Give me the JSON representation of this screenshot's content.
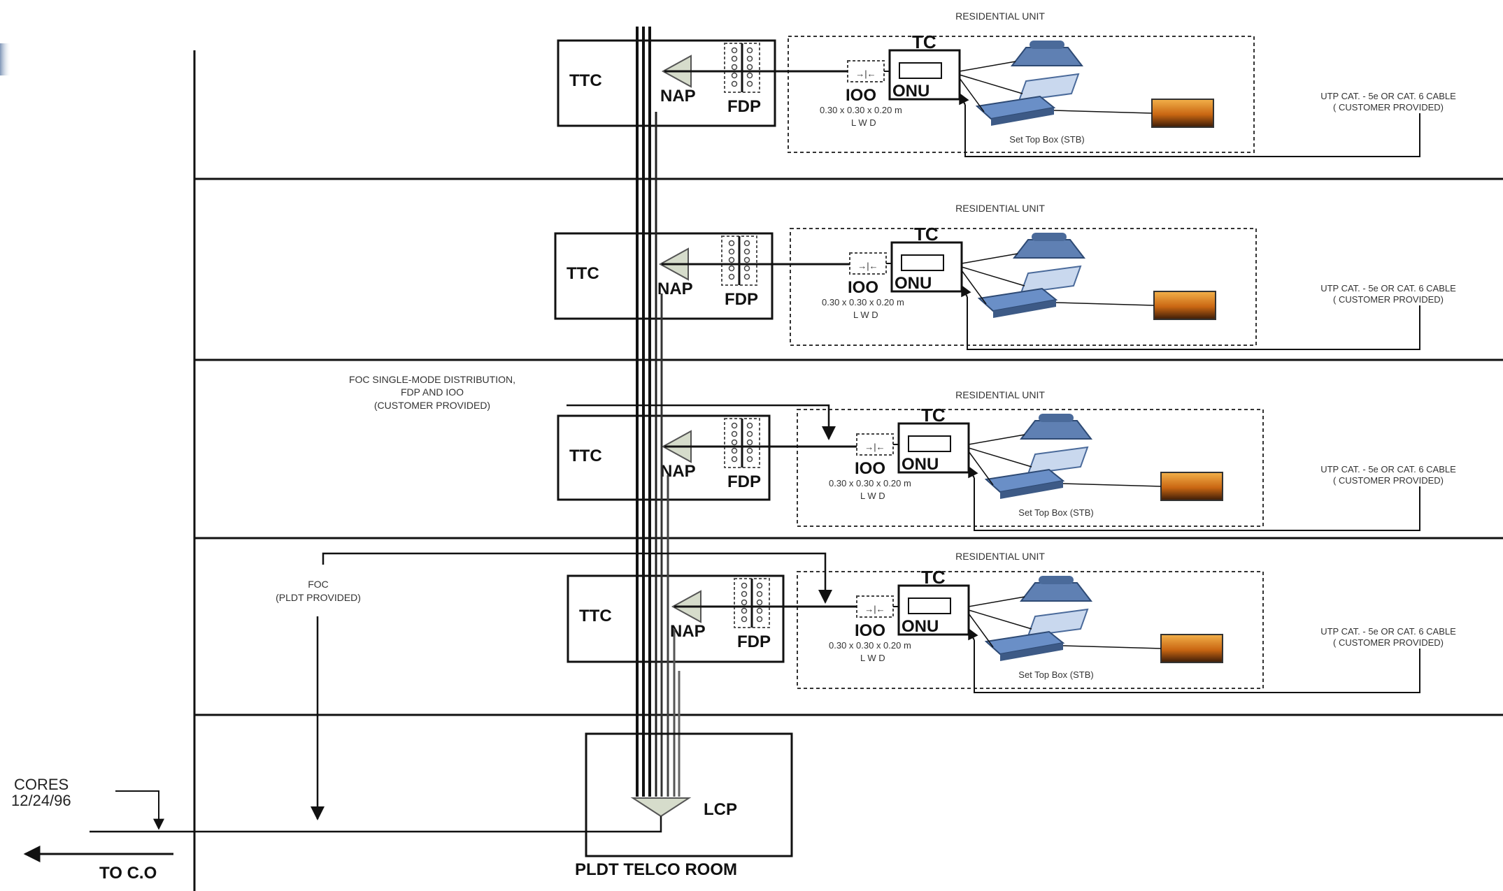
{
  "units": [
    {
      "title": "RESIDENTIAL UNIT",
      "ttc": "TTC",
      "nap": "NAP",
      "fdp": "FDP",
      "tc": "TC",
      "ioo": "IOO",
      "onu": "ONU",
      "dims": "0.30 x 0.30 x 0.20 m",
      "dims_axes": "L    W    D",
      "stb": "Set Top Box (STB)",
      "utp": "UTP CAT. - 5e OR CAT. 6 CABLE",
      "utp_note": "( CUSTOMER PROVIDED)"
    },
    {
      "title": "RESIDENTIAL UNIT",
      "ttc": "TTC",
      "nap": "NAP",
      "fdp": "FDP",
      "tc": "TC",
      "ioo": "IOO",
      "onu": "ONU",
      "dims": "0.30 x 0.30 x 0.20 m",
      "dims_axes": "L    W    D",
      "stb": "",
      "utp": "UTP CAT. - 5e OR CAT. 6 CABLE",
      "utp_note": "( CUSTOMER PROVIDED)"
    },
    {
      "title": "RESIDENTIAL UNIT",
      "ttc": "TTC",
      "nap": "NAP",
      "fdp": "FDP",
      "tc": "TC",
      "ioo": "IOO",
      "onu": "ONU",
      "dims": "0.30 x 0.30 x 0.20 m",
      "dims_axes": "L    W    D",
      "stb": "Set Top Box (STB)",
      "utp": "UTP CAT. - 5e OR CAT. 6 CABLE",
      "utp_note": "( CUSTOMER PROVIDED)"
    },
    {
      "title": "RESIDENTIAL UNIT",
      "ttc": "TTC",
      "nap": "NAP",
      "fdp": "FDP",
      "tc": "TC",
      "ioo": "IOO",
      "onu": "ONU",
      "dims": "0.30 x 0.30 x 0.20 m",
      "dims_axes": "L    W    D",
      "stb": "Set Top Box (STB)",
      "utp": "UTP CAT. - 5e OR CAT. 6 CABLE",
      "utp_note": "( CUSTOMER PROVIDED)"
    }
  ],
  "foc_distribution": [
    "FOC SINGLE-MODE DISTRIBUTION,",
    "FDP AND IOO",
    "(CUSTOMER PROVIDED)"
  ],
  "foc_pldt": [
    "FOC",
    "(PLDT PROVIDED)"
  ],
  "cores": [
    "CORES",
    "12/24/96"
  ],
  "to_co": "TO C.O",
  "lcp": "LCP",
  "telco_room": "PLDT TELCO ROOM",
  "colors": {
    "line": "#111111",
    "nap_fill": "#d6dccb",
    "device_blue": "#4a6a9a",
    "tv_orange": "#d07a1c"
  }
}
